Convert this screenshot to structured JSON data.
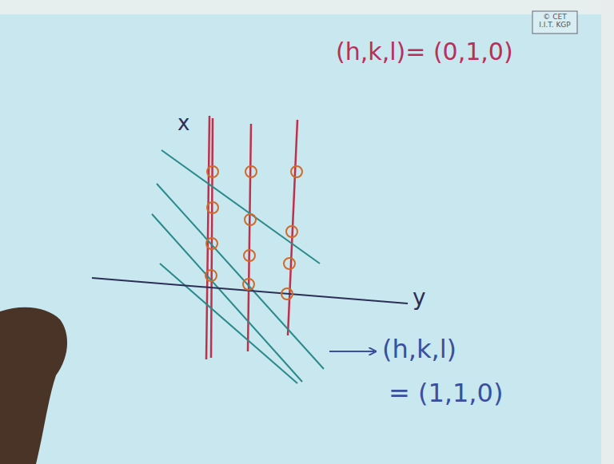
{
  "diagram": {
    "labels": [
      "© CET I.I.T. KGP",
      "x",
      "(h,k,l)= (0,1,0)",
      "y",
      "(h,k,l)",
      "= (1,1,0)"
    ]
  }
}
